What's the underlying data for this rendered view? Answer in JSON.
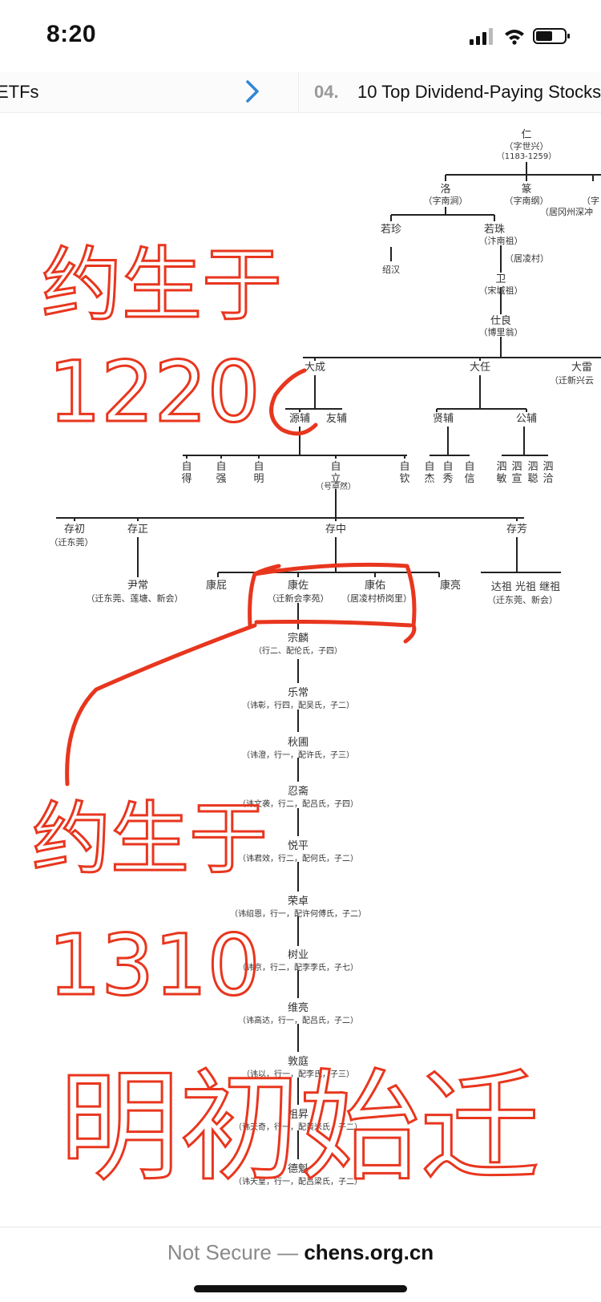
{
  "status_bar": {
    "time": "8:20"
  },
  "news_strip": {
    "prev_title": "ETFs",
    "next_number": "04.",
    "next_title": "10 Top Dividend-Paying Stocks"
  },
  "tree": {
    "root": {
      "name": "仁",
      "note": "（字世兴）",
      "years": "（1183-1259）"
    },
    "gen1": [
      {
        "name": "洛",
        "note": "（字南涧）"
      },
      {
        "name": "篆",
        "note": "（字南纲）"
      },
      {
        "name": "",
        "note": "（字",
        "extra": "（居冈州深冲"
      }
    ],
    "gen2": [
      {
        "name": "若珍"
      },
      {
        "name": "若珠",
        "note": "（汴南祖）",
        "move": "（居凌村）"
      }
    ],
    "gen2_child": "绍汉",
    "gen3": {
      "name": "卫",
      "note": "（宋城祖）"
    },
    "gen4": {
      "name": "仕良",
      "note": "（博里翁）"
    },
    "gen5": [
      {
        "name": "大成"
      },
      {
        "name": "大任"
      },
      {
        "name": "大雷",
        "note": "（迁新兴云"
      }
    ],
    "gen6": [
      "源辅",
      "友辅",
      "贤辅",
      "公辅"
    ],
    "gen7": [
      "自得",
      "自强",
      "自明",
      "自立",
      "自钦",
      "自杰",
      "自秀",
      "自信"
    ],
    "gen7_note": "（号卓然）",
    "gen8": [
      "泗敏",
      "泗宣",
      "泗聪",
      "泗洽"
    ],
    "gen9": [
      {
        "name": "存初",
        "note": "（迁东莞）"
      },
      {
        "name": "存正"
      },
      {
        "name": "存中"
      },
      {
        "name": "存芳"
      }
    ],
    "gen10": [
      {
        "name": "尹常",
        "note": "（迁东莞、莲塘、新会）"
      },
      {
        "name": "康屁"
      },
      {
        "name": "康佐",
        "note": "（迁新会李苑）"
      },
      {
        "name": "康佑",
        "note": "（居凌村桥岗里）"
      },
      {
        "name": "康亮"
      },
      {
        "name": "达祖 光祖 继祖",
        "note": "（迁东莞、新会）"
      }
    ],
    "lineage": [
      {
        "name": "宗麟",
        "note": "（行二、配伦氏，子四）"
      },
      {
        "name": "乐常",
        "note": "（讳彰，行四，配吴氏，子二）"
      },
      {
        "name": "秋圃",
        "note": "（讳澄，行一，配许氏，子三）"
      },
      {
        "name": "忍斋",
        "note": "（讳文袭，行二，配吕氏，子四）"
      },
      {
        "name": "悦平",
        "note": "（讳君效，行二，配何氏，子二）"
      },
      {
        "name": "荣卓",
        "note": "（讳绍恩，行一，配许何傅氏，子二）"
      },
      {
        "name": "树业",
        "note": "（讳京，行二，配李李氏，子七）"
      },
      {
        "name": "维亮",
        "note": "（讳高达，行一，配吕氏，子二）"
      },
      {
        "name": "敦庭",
        "note": "（讳以，行一，配李氏，子三）"
      },
      {
        "name": "祖昇",
        "note": "（讳天奇，行一，配黄米氏，子二）"
      },
      {
        "name": "德魁",
        "note": "（讳天皇，行一，配吕梁氏，子二）"
      }
    ]
  },
  "annotations": {
    "note_1": "约生于",
    "year_1": "1220",
    "note_2": "约生于",
    "year_2": "1310",
    "note_3": "明初始迁",
    "ink_color": "#e8361e"
  },
  "url_bar": {
    "label": "Not Secure —",
    "domain": "chens.org.cn"
  },
  "colors": {
    "link_blue": "#2f86d6",
    "line": "#222222"
  }
}
